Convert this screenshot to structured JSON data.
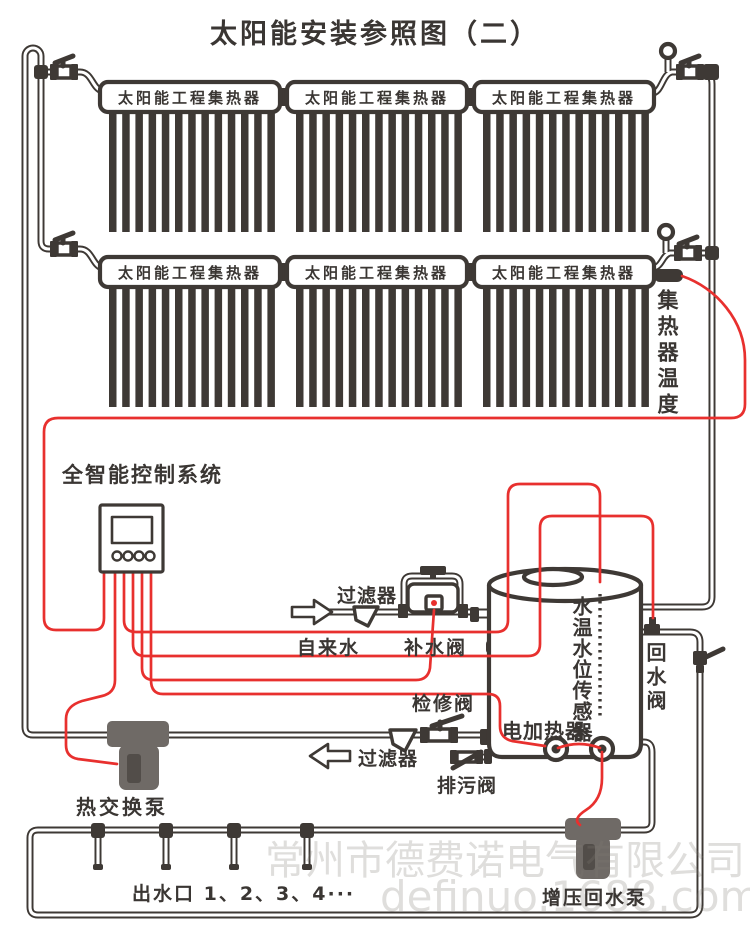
{
  "title": "太阳能安装参照图（二）",
  "collector_label": "太阳能工程集热器",
  "labels": {
    "collector_temp": "集热器温度",
    "controller": "全智能控制系统",
    "filter_top": "过滤器",
    "tap_water": "自来水",
    "fill_valve": "补水阀",
    "service_valve": "检修阀",
    "filter_bottom": "过滤器",
    "drain_valve": "排污阀",
    "heater": "电加热器",
    "tank_sensor": "水温水位传感器",
    "return_valve": "回水阀",
    "hx_pump": "热交换泵",
    "outlets": "出水口 1、2、3、4···",
    "booster_pump": "增压回水泵"
  },
  "watermark": {
    "line1": "常州市德费诺电气有限公司",
    "line2": "definuo.1688.com"
  },
  "colors": {
    "pipe": "#3e3935",
    "wire": "#e8302e",
    "text": "#3a3633"
  }
}
